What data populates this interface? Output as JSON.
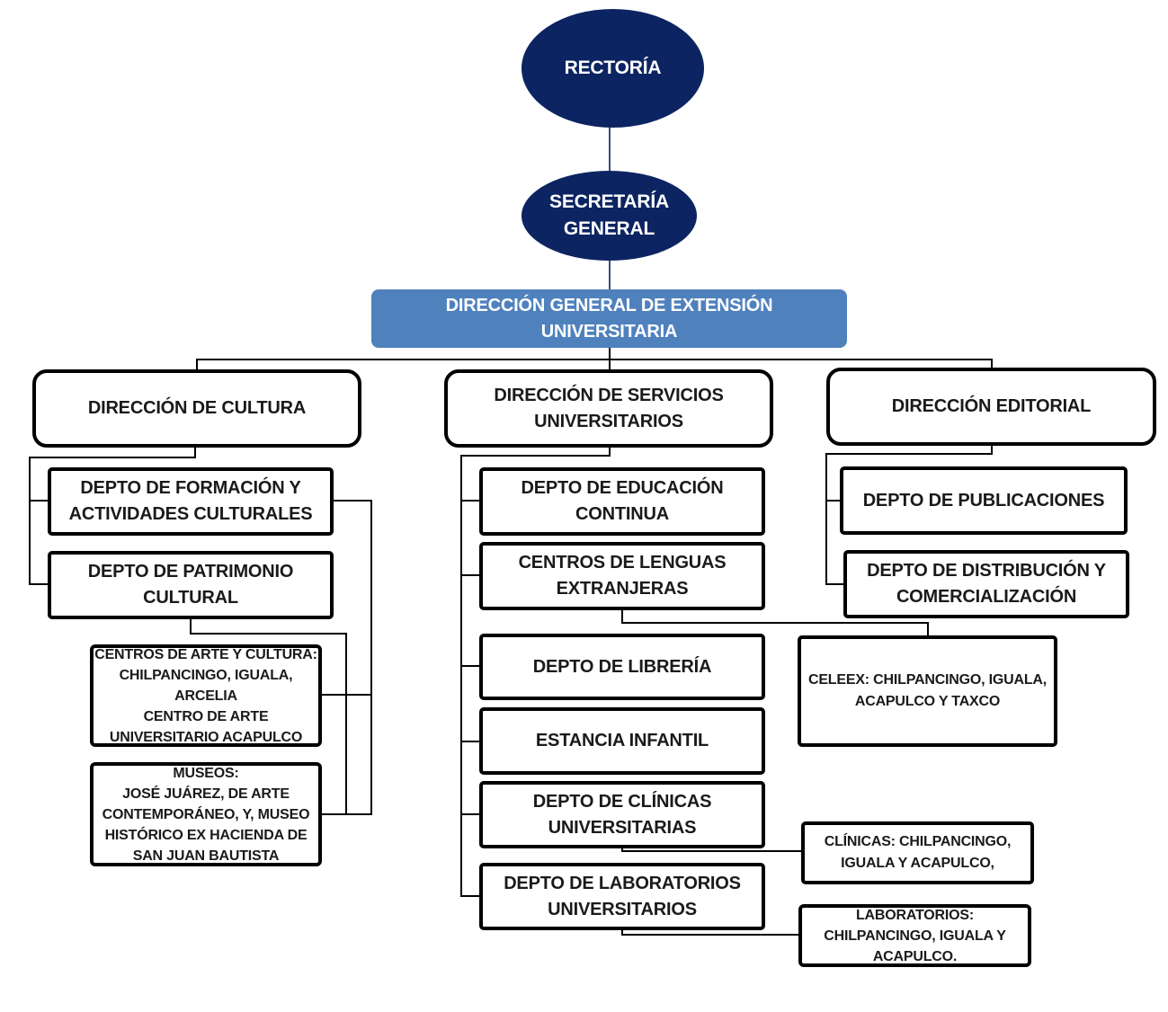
{
  "chart_title": "Organigrama — Dirección General de Extensión Universitaria",
  "colors": {
    "top_nodes": "#0c2461",
    "general_direction": "#4f81bd",
    "box_border": "#000000",
    "node_text_dark": "#1a1a1a",
    "node_text_light": "#ffffff"
  },
  "nodes": {
    "rectoria": "RECTORÍA",
    "secretaria": "SECRETARÍA\nGENERAL",
    "direccion_general": "DIRECCIÓN GENERAL DE EXTENSIÓN\nUNIVERSITARIA",
    "cultura": {
      "title": "DIRECCIÓN DE CULTURA",
      "departments": [
        "DEPTO DE FORMACIÓN Y\nACTIVIDADES CULTURALES",
        "DEPTO DE PATRIMONIO\nCULTURAL"
      ],
      "units": [
        "CENTROS DE ARTE Y CULTURA:\nCHILPANCINGO, IGUALA,\nARCELIA\nCENTRO DE ARTE\nUNIVERSITARIO ACAPULCO",
        "MUSEOS:\nJOSÉ JUÁREZ, DE ARTE\nCONTEMPORÁNEO, Y, MUSEO\nHISTÓRICO EX HACIENDA DE\nSAN JUAN BAUTISTA"
      ]
    },
    "servicios": {
      "title": "DIRECCIÓN DE SERVICIOS\nUNIVERSITARIOS",
      "departments": [
        "DEPTO DE EDUCACIÓN\nCONTINUA",
        "CENTROS DE LENGUAS\nEXTRANJERAS",
        "DEPTO DE LIBRERÍA",
        "ESTANCIA INFANTIL",
        "DEPTO DE CLÍNICAS\nUNIVERSITARIAS",
        "DEPTO DE LABORATORIOS\nUNIVERSITARIOS"
      ],
      "units": {
        "celeex": "CELEEX: CHILPANCINGO, IGUALA,\nACAPULCO Y  TAXCO",
        "clinicas": "CLÍNICAS: CHILPANCINGO,\nIGUALA Y ACAPULCO,",
        "laboratorios": "LABORATORIOS:\nCHILPANCINGO, IGUALA Y\nACAPULCO."
      }
    },
    "editorial": {
      "title": "DIRECCIÓN  EDITORIAL",
      "departments": [
        "DEPTO DE PUBLICACIONES",
        "DEPTO DE  DISTRIBUCIÓN Y\nCOMERCIALIZACIÓN"
      ]
    }
  }
}
